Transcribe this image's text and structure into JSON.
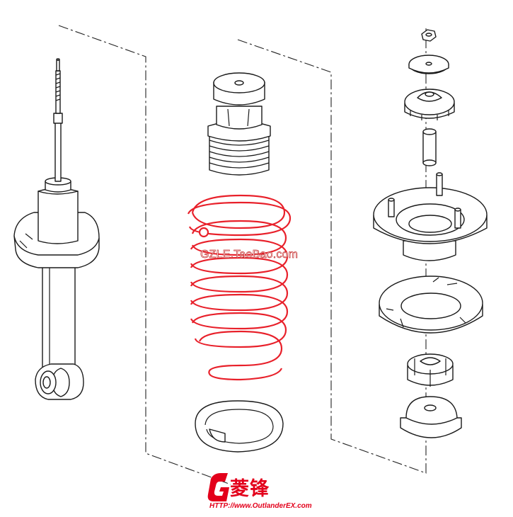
{
  "watermark": {
    "text": "GZLE.TaoBao.com"
  },
  "logo": {
    "brand": "菱锋",
    "url": "HTTP://www.OutlanderEX.com"
  },
  "colors": {
    "line": "#1a1a1a",
    "spring": "#e8202a",
    "brand": "#e3001b"
  }
}
